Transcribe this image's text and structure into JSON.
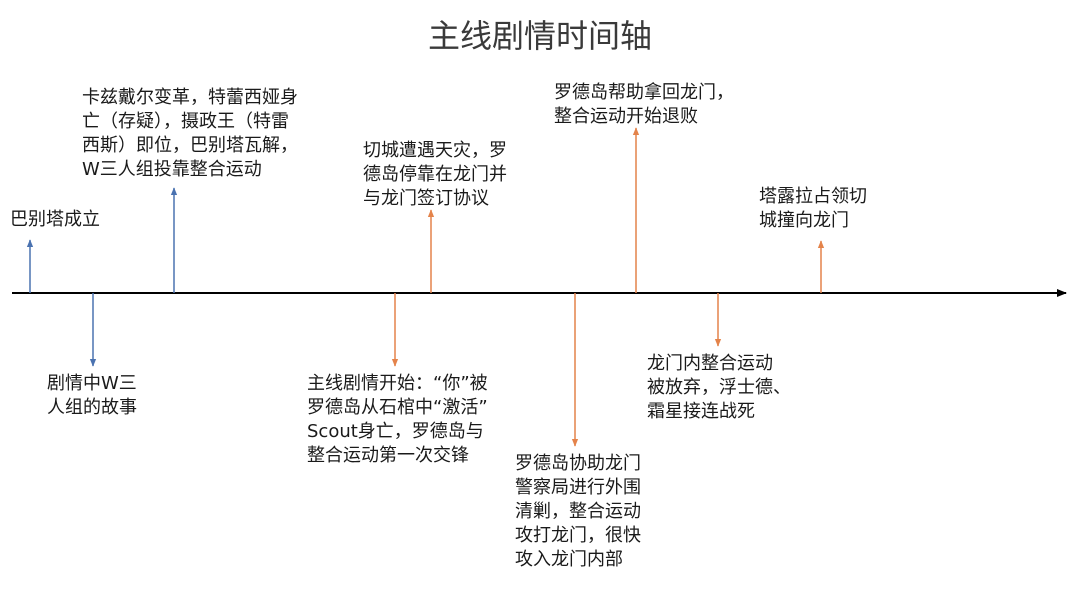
{
  "title": "主线剧情时间轴",
  "colors": {
    "axis": "#000000",
    "blue": "#4a72b0",
    "orange": "#e4834a"
  },
  "events": [
    {
      "name": "event-babel-founded",
      "side": "above",
      "color": "blue",
      "lines": [
        "巴别塔成立"
      ]
    },
    {
      "name": "event-w-trio-story",
      "side": "below",
      "color": "blue",
      "lines": [
        "剧情中W三",
        "人组的故事"
      ]
    },
    {
      "name": "event-kazdel-revolution",
      "side": "above",
      "color": "blue",
      "lines": [
        "卡兹戴尔变革，特蕾西娅身",
        "亡（存疑），摄政王（特雷",
        "西斯）即位，巴别塔瓦解，",
        "W三人组投靠整合运动"
      ]
    },
    {
      "name": "event-main-story-start",
      "side": "below",
      "color": "orange",
      "lines": [
        "主线剧情开始：“你”被",
        "罗德岛从石棺中“激活”",
        "Scout身亡，罗德岛与",
        "整合运动第一次交锋"
      ]
    },
    {
      "name": "event-chernobog-disaster",
      "side": "above",
      "color": "orange",
      "lines": [
        "切城遭遇天灾，罗",
        "德岛停靠在龙门并",
        "与龙门签订协议"
      ]
    },
    {
      "name": "event-lungmen-police-help",
      "side": "below",
      "color": "orange",
      "lines": [
        "罗德岛协助龙门",
        "警察局进行外围",
        "清剿，整合运动",
        "攻打龙门，很快",
        "攻入龙门内部"
      ]
    },
    {
      "name": "event-lungmen-recovered",
      "side": "above",
      "color": "orange",
      "lines": [
        "罗德岛帮助拿回龙门，",
        "整合运动开始退败"
      ]
    },
    {
      "name": "event-reunion-abandoned",
      "side": "below",
      "color": "orange",
      "lines": [
        "龙门内整合运动",
        "被放弃，浮士德、",
        "霜星接连战死"
      ]
    },
    {
      "name": "event-talulah-chernobog",
      "side": "above",
      "color": "orange",
      "lines": [
        "塔露拉占领切",
        "城撞向龙门"
      ]
    }
  ]
}
